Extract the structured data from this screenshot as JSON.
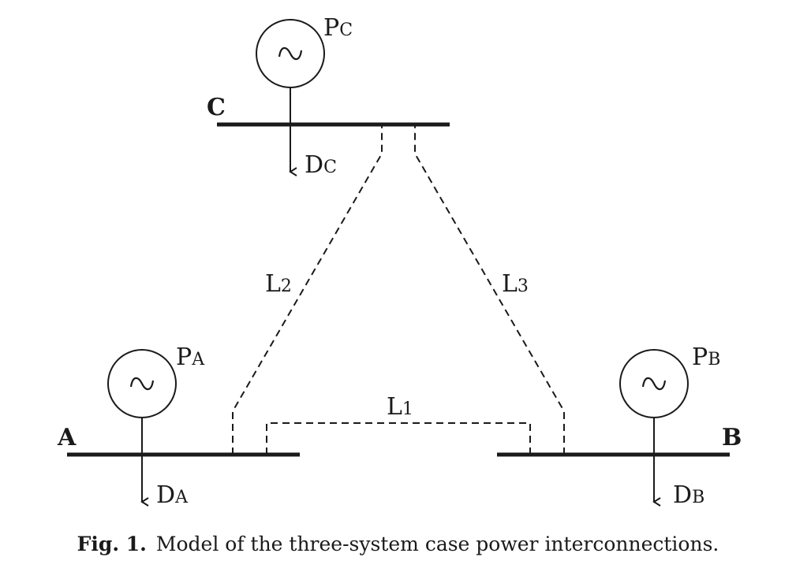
{
  "caption": {
    "figure_label": "Fig. 1.",
    "text": "Model of the three-system case power interconnections."
  },
  "buses": {
    "A": {
      "label": "A",
      "generator_main": "P",
      "generator_sub": "A",
      "demand_main": "D",
      "demand_sub": "A"
    },
    "B": {
      "label": "B",
      "generator_main": "P",
      "generator_sub": "B",
      "demand_main": "D",
      "demand_sub": "B"
    },
    "C": {
      "label": "C",
      "generator_main": "P",
      "generator_sub": "C",
      "demand_main": "D",
      "demand_sub": "C"
    }
  },
  "lines": {
    "L1": {
      "main": "L",
      "sub": "1",
      "from": "A",
      "to": "B"
    },
    "L2": {
      "main": "L",
      "sub": "2",
      "from": "A",
      "to": "C"
    },
    "L3": {
      "main": "L",
      "sub": "3",
      "from": "B",
      "to": "C"
    }
  },
  "icons": {
    "generator": "sine-wave-in-circle",
    "demand": "down-arrow"
  },
  "colors": {
    "ink": "#1a1a1a",
    "background": "#ffffff"
  }
}
